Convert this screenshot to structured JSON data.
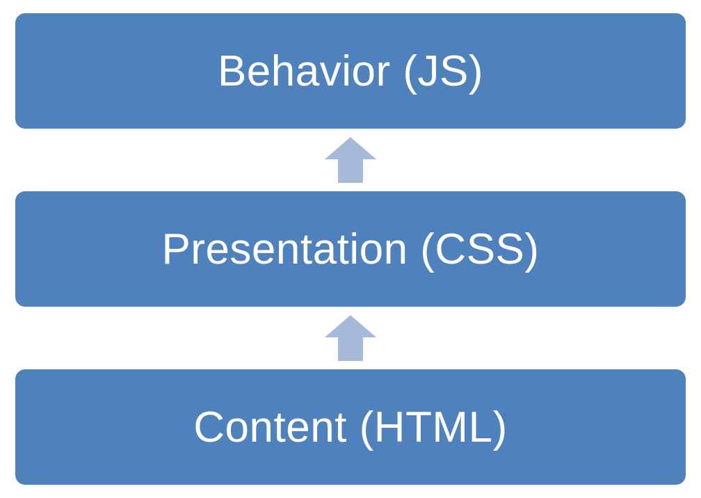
{
  "colors": {
    "box_fill": "#4F81BD",
    "arrow_fill": "#A7B9D9",
    "text": "#FFFFFF",
    "background": "#FFFFFF"
  },
  "layers": {
    "behavior": {
      "label": "Behavior (JS)"
    },
    "presentation": {
      "label": "Presentation (CSS)"
    },
    "content": {
      "label": "Content (HTML)"
    }
  },
  "arrows": {
    "upper": {
      "icon": "arrow-up-icon"
    },
    "lower": {
      "icon": "arrow-up-icon"
    }
  }
}
